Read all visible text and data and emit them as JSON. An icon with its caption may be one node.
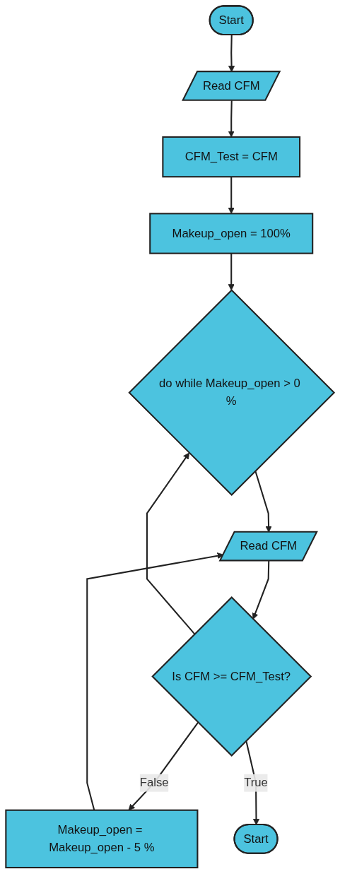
{
  "diagram": {
    "nodes": [
      {
        "text": [
          "Start"
        ]
      },
      {
        "text": [
          "Read CFM"
        ]
      },
      {
        "text": [
          "CFM_Test = CFM"
        ]
      },
      {
        "text": [
          "Makeup_open = 100%"
        ]
      },
      {
        "text": [
          "do while Makeup_open > 0 %"
        ]
      },
      {
        "text": [
          "Read CFM"
        ]
      },
      {
        "text": [
          "Is CFM >= CFM_Test?"
        ]
      },
      {
        "text": [
          "Makeup_open = Makeup_open - 5 %"
        ]
      },
      {
        "text": [
          "Start"
        ]
      }
    ],
    "edges": [
      {
        "from": 0,
        "to": 1,
        "arrow": "to"
      },
      {
        "from": 1,
        "to": 2,
        "arrow": "to"
      },
      {
        "from": 2,
        "to": 3,
        "arrow": "to"
      },
      {
        "from": 3,
        "to": 4,
        "arrow": "to"
      },
      {
        "from": 4,
        "to": 5,
        "arrow": "to"
      },
      {
        "from": 5,
        "to": 6,
        "arrow": "to"
      },
      {
        "from": 6,
        "to": 7,
        "label": "False",
        "arrow": "to"
      },
      {
        "from": 7,
        "to": 5,
        "arrow": "to"
      },
      {
        "from": 6,
        "to": 8,
        "label": "True",
        "arrow": "to"
      },
      {
        "from": 6,
        "to": 4,
        "arrow": "to"
      }
    ]
  }
}
